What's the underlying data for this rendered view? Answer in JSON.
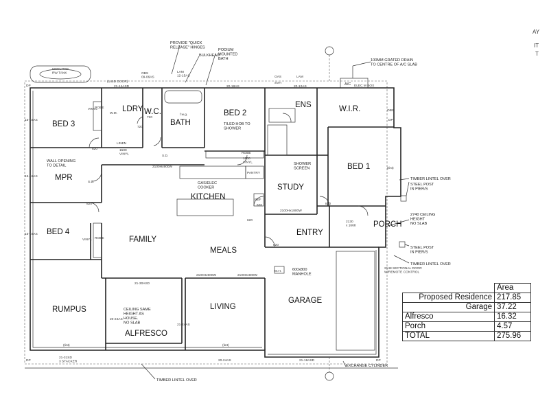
{
  "rooms": {
    "bed3": "BED 3",
    "ldry": "LDRY",
    "wc": "W.C.",
    "bath": "BATH",
    "bed2": "BED 2",
    "ens": "ENS",
    "wir": "W.I.R.",
    "bed1": "BED 1",
    "mpr": "MPR",
    "kitchen": "KITCHEN",
    "study": "STUDY",
    "bed4": "BED 4",
    "family": "FAMILY",
    "meals": "MEALS",
    "entry": "ENTRY",
    "porch": "PORCH",
    "rumpus": "RUMPUS",
    "alfresco": "ALFRESCO",
    "living": "LIVING",
    "garage": "GARAGE"
  },
  "notes": {
    "hinges": "PROVIDE \"QUICK\nRELEASE\" HINGES",
    "bulkhead": "BULKHEAD",
    "podium": "PODIUM\nMOUNTED\nBATH",
    "drain": "100MM GRATED DRAIN\nTO CENTRE OF A/C SLAB",
    "ac_box": "A/C",
    "elec_box": "ELEC M BOX",
    "rwtank": "5000LITRE\nRW TANK",
    "door145": "(145D DOOR)",
    "obs": "OBS\n09-06AS",
    "lam1": "LAM\n12-15AS",
    "gas": "GAS",
    "svh": "SVH",
    "lam2": "LAM",
    "win_top1": "21-14ASD",
    "win_top2": "20-18AS",
    "win_top3": "20-12AS",
    "tiled_hob": "TILED HOB TO\nSHOWER",
    "shower_screen": "SHOWER\nSCREEN",
    "wall_opening": "WALL OPENING\nTO DETAIL",
    "gas_cooker": "GAS/ELEC\nCOOKER",
    "pantry": "PANTRY",
    "robe": "ROBE",
    "linen": "LINEN",
    "vinyl": "VINYL",
    "vinyl1500": "1500\nVINYL",
    "vinyl1800": "1800\nVINYL",
    "timber_lintel_top": "TIMBER LINTEL OVER",
    "steel_post_1": "STEEL POST\nIN PIER/S",
    "ceiling_2740": "2740 CEILING\nHEIGHT\nNO SLAB",
    "steel_post_2": "STEEL POST\nIN PIER/S",
    "timber_lintel_mid": "TIMBER LINTEL OVER",
    "ceiling_same": "CEILING SAME\nHEIGHT AS\nHOUSE.\nNO SLAB",
    "manhole": "600x800\nMANHOLE",
    "mh": "M.H.",
    "sectional_door": "2148 SECTIONAL DOOR\nW/REMOTE CONTROL",
    "stacker": "21-31SD\n3 STACKER",
    "timber_lintel_bottom": "TIMBER LINTEL OVER",
    "exchange_cylinder": "EXCHANGE CYLINDER",
    "win_bottom1": "20-24AS",
    "win_bottom2": "21-18ASD",
    "win_2130": "2130\nx 1668",
    "win_2100_900": "2100Hx900W",
    "win_2100_1800": "2100Hx1800W",
    "win_21_30": "21-30ASD",
    "win_20_24": "20-24AS",
    "win_21_24": "21-24AS",
    "d820": "820",
    "d720": "720",
    "d620": "620",
    "tint": "(tint)",
    "dp": "DP",
    "sd": "S.D.",
    "fwg": "f.w.g.",
    "ref": "REF",
    "wm": "W.M.",
    "side_15_18": "15-18AS",
    "side_15_16": "15-16AS",
    "obs2": "OBS"
  },
  "area_table": {
    "header": "Area",
    "rows": [
      {
        "label": "Proposed Residence",
        "value": "217.85"
      },
      {
        "label": "Garage",
        "value": "37.22"
      },
      {
        "label": "Alfresco",
        "value": "16.32"
      },
      {
        "label": "Porch",
        "value": "4.57"
      },
      {
        "label": "TOTAL",
        "value": "275.96"
      }
    ]
  },
  "edge": {
    "right_top": "AY",
    "right_2": "IT",
    "right_3": "T"
  }
}
